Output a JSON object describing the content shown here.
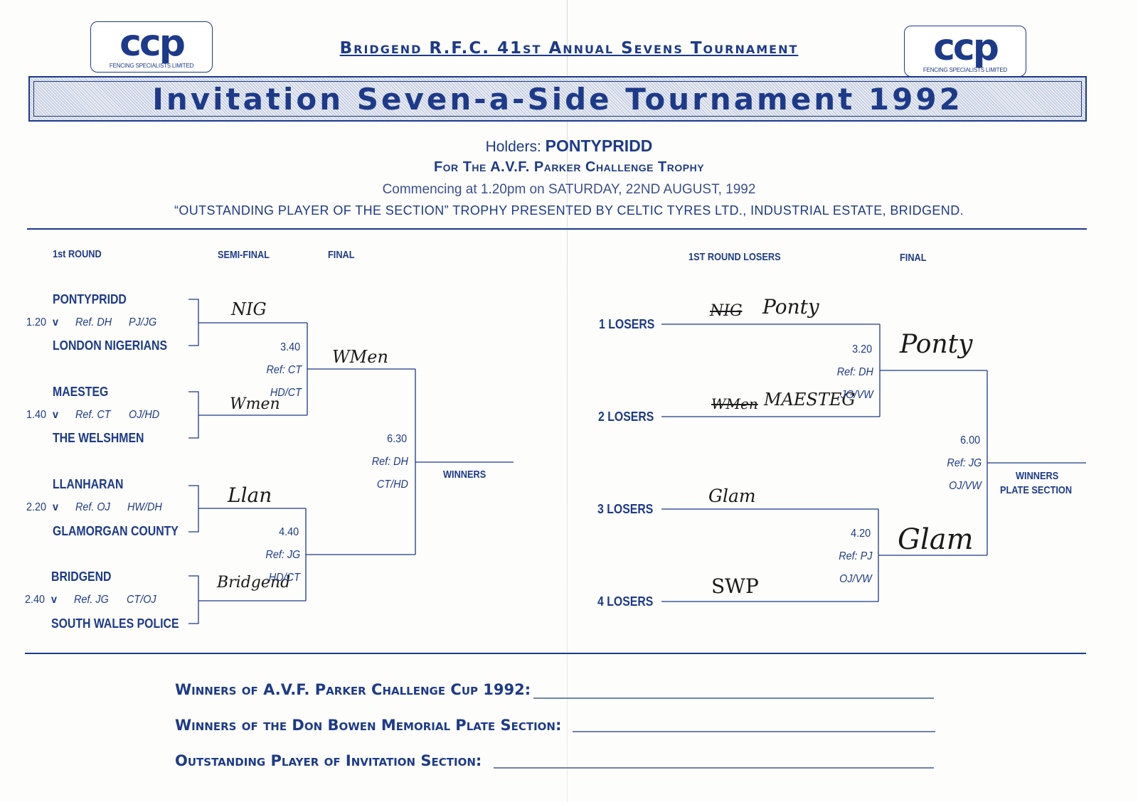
{
  "logo": {
    "mark": "ccp",
    "tagline": "FENCING SPECIALISTS  LIMITED"
  },
  "header": {
    "title": "Bridgend R.F.C. 41st Annual Sevens Tournament",
    "banner": "Invitation Seven-a-Side Tournament 1992"
  },
  "info": {
    "holders_label": "Holders:",
    "holders_team": "PONTYPRIDD",
    "trophy_line": "For The A.V.F. Parker Challenge Trophy",
    "commencing": "Commencing at 1.20pm on SATURDAY, 22ND AUGUST, 1992",
    "outstanding": "“OUTSTANDING PLAYER OF THE SECTION” TROPHY PRESENTED BY CELTIC TYRES LTD., INDUSTRIAL ESTATE, BRIDGEND."
  },
  "invitation": {
    "headers": {
      "first_round": "1st ROUND",
      "semi": "SEMI-FINAL",
      "final": "FINAL"
    },
    "matches": [
      {
        "home": "PONTYPRIDD",
        "away": "LONDON NIGERIANS",
        "time": "1.20",
        "vs": "v",
        "ref": "Ref. DH",
        "touch": "PJ/JG",
        "winner": "NIG"
      },
      {
        "home": "MAESTEG",
        "away": "THE WELSHMEN",
        "time": "1.40",
        "vs": "v",
        "ref": "Ref. CT",
        "touch": "OJ/HD",
        "winner": "Wmen"
      },
      {
        "home": "LLANHARAN",
        "away": "GLAMORGAN COUNTY",
        "time": "2.20",
        "vs": "v",
        "ref": "Ref. OJ",
        "touch": "HW/DH",
        "winner": "Llan"
      },
      {
        "home": "BRIDGEND",
        "away": "SOUTH WALES POLICE",
        "time": "2.40",
        "vs": "v",
        "ref": "Ref. JG",
        "touch": "CT/OJ",
        "winner": "Bridgend"
      }
    ],
    "semis": [
      {
        "time": "3.40",
        "ref": "Ref: CT",
        "touch": "HD/CT",
        "winner": "WMen"
      },
      {
        "time": "4.40",
        "ref": "Ref: JG",
        "touch": "HD/CT"
      }
    ],
    "final": {
      "time": "6.30",
      "ref": "Ref: DH",
      "touch": "CT/HD",
      "label": "WINNERS"
    }
  },
  "plate": {
    "headers": {
      "losers": "1ST ROUND LOSERS",
      "final": "FINAL"
    },
    "entries": [
      {
        "label": "1 LOSERS",
        "struck": "NIG",
        "written": "Ponty"
      },
      {
        "label": "2 LOSERS",
        "struck": "WMen",
        "written": "MAESTEG"
      },
      {
        "label": "3 LOSERS",
        "written": "Glam"
      },
      {
        "label": "4 LOSERS",
        "written": "SWP"
      }
    ],
    "semis": [
      {
        "time": "3.20",
        "ref": "Ref: DH",
        "touch": "JG/VW",
        "winner": "Ponty"
      },
      {
        "time": "4.20",
        "ref": "Ref: PJ",
        "touch": "OJ/VW",
        "winner": "Glam"
      }
    ],
    "final": {
      "time": "6.00",
      "ref": "Ref: JG",
      "touch": "OJ/VW",
      "label_line1": "WINNERS",
      "label_line2": "PLATE SECTION"
    }
  },
  "footer": {
    "line1": "Winners of A.V.F. Parker Challenge Cup 1992:",
    "line2": "Winners of the Don Bowen Memorial Plate Section:",
    "line3": "Outstanding Player of Invitation Section:"
  },
  "colors": {
    "ink": "#1d3a8a",
    "handwriting": "#1a1a1a"
  }
}
